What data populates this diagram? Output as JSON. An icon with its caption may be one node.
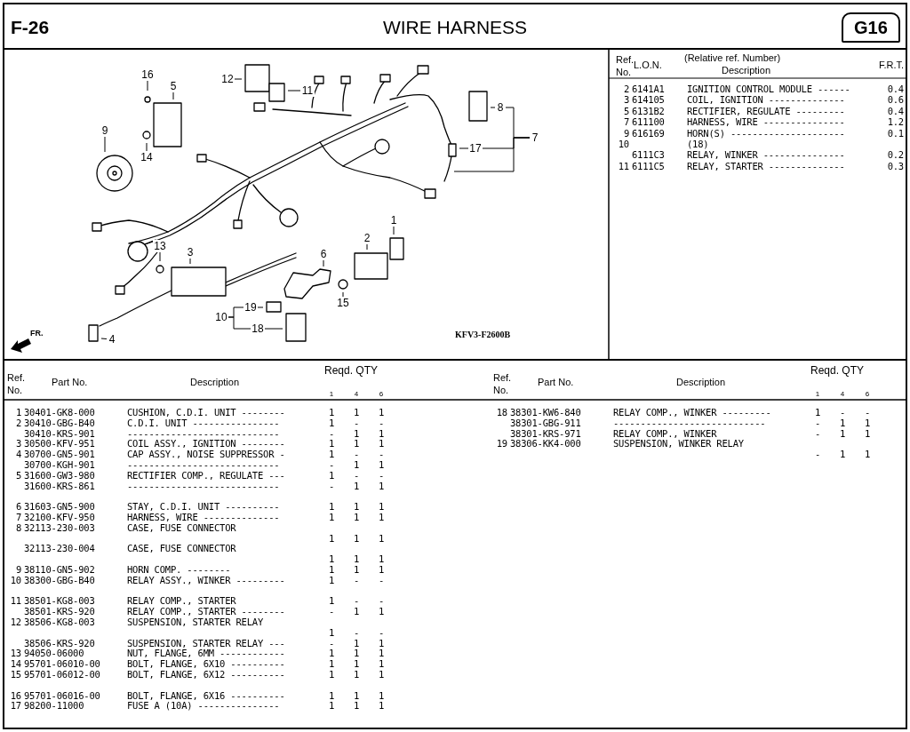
{
  "diagram": {
    "title": "WIRE HARNESS",
    "nodes": [
      {
        "text": [
          "1"
        ]
      },
      {
        "text": [
          "2"
        ]
      },
      {
        "text": [
          "3"
        ]
      },
      {
        "text": [
          "4"
        ]
      },
      {
        "text": [
          "5"
        ]
      },
      {
        "text": [
          "6"
        ]
      },
      {
        "text": [
          "7"
        ]
      },
      {
        "text": [
          "8"
        ]
      },
      {
        "text": [
          "9"
        ]
      },
      {
        "text": [
          "10"
        ]
      },
      {
        "text": [
          "11"
        ]
      },
      {
        "text": [
          "12"
        ]
      },
      {
        "text": [
          "13"
        ]
      },
      {
        "text": [
          "14"
        ]
      },
      {
        "text": [
          "15"
        ]
      },
      {
        "text": [
          "16"
        ]
      },
      {
        "text": [
          "17"
        ]
      },
      {
        "text": [
          "18"
        ]
      },
      {
        "text": [
          "19"
        ]
      }
    ],
    "edges": [
      {
        "from": 0,
        "to": null,
        "arrow": "none"
      },
      {
        "from": 1,
        "to": null,
        "arrow": "none"
      },
      {
        "from": 2,
        "to": null,
        "arrow": "none"
      },
      {
        "from": 3,
        "to": null,
        "arrow": "none"
      },
      {
        "from": 4,
        "to": null,
        "arrow": "none"
      },
      {
        "from": 5,
        "to": null,
        "arrow": "none"
      },
      {
        "from": 6,
        "to": 7,
        "arrow": "none"
      },
      {
        "from": 6,
        "to": 16,
        "arrow": "none"
      },
      {
        "from": 6,
        "to": null,
        "arrow": "none"
      },
      {
        "from": 7,
        "to": null,
        "arrow": "none"
      },
      {
        "from": 8,
        "to": null,
        "arrow": "none"
      },
      {
        "from": 9,
        "to": 18,
        "arrow": "none"
      },
      {
        "from": 9,
        "to": 17,
        "arrow": "none"
      },
      {
        "from": 10,
        "to": null,
        "arrow": "none"
      },
      {
        "from": 11,
        "to": null,
        "arrow": "none"
      },
      {
        "from": 12,
        "to": null,
        "arrow": "none"
      },
      {
        "from": 13,
        "to": null,
        "arrow": "none"
      },
      {
        "from": 14,
        "to": null,
        "arrow": "none"
      },
      {
        "from": 15,
        "to": null,
        "arrow": "none"
      },
      {
        "from": 16,
        "to": null,
        "arrow": "none"
      },
      {
        "from": 17,
        "to": null,
        "arrow": "none"
      },
      {
        "from": 18,
        "to": null,
        "arrow": "none"
      }
    ],
    "labels": [
      "F-26",
      "G16",
      "FR.",
      "KFV3-F2600B",
      "Ref. No.",
      "L.O.N.",
      "(Relative ref. Number)",
      "Description",
      "F.R.T.",
      "2",
      "6141A1",
      "IGNITION CONTROL MODULE ------",
      "0.4",
      "3",
      "614105",
      "COIL, IGNITION --------------",
      "0.6",
      "5",
      "6131B2",
      "RECTIFIER, REGULATE ---------",
      "0.4",
      "7",
      "611100",
      "HARNESS, WIRE ---------------",
      "1.2",
      "9",
      "616169",
      "HORN(S) ---------------------",
      "0.1",
      "10",
      "(18)",
      "6111C3",
      "RELAY, WINKER ---------------",
      "0.2",
      "11",
      "6111C5",
      "RELAY, STARTER --------------",
      "0.3",
      "Ref. No.",
      "Part No.",
      "Description",
      "Reqd. QTY",
      "1",
      "4",
      "6",
      "1",
      "30401-GK8-000",
      "CUSHION, C.D.I. UNIT --------",
      "1",
      "1",
      "1",
      "2",
      "30410-GBG-B40",
      "C.D.I. UNIT ----------------",
      "1",
      "-",
      "-",
      "30410-KRS-901",
      "----------------------------",
      "-",
      "1",
      "1",
      "3",
      "30500-KFV-951",
      "COIL ASSY., IGNITION --------",
      "1",
      "1",
      "1",
      "4",
      "30700-GN5-901",
      "CAP ASSY., NOISE SUPPRESSOR -",
      "1",
      "-",
      "-",
      "30700-KGH-901",
      "----------------------------",
      "-",
      "1",
      "1",
      "5",
      "31600-GW3-980",
      "RECTIFIER COMP., REGULATE ---",
      "1",
      "-",
      "-",
      "31600-KRS-861",
      "----------------------------",
      "-",
      "1",
      "1",
      "6",
      "31603-GN5-900",
      "STAY, C.D.I. UNIT ----------",
      "1",
      "1",
      "1",
      "7",
      "32100-KFV-950",
      "HARNESS, WIRE --------------",
      "1",
      "1",
      "1",
      "8",
      "32113-230-003",
      "CASE, FUSE CONNECTOR",
      "1",
      "1",
      "1",
      "32113-230-004",
      "CASE, FUSE CONNECTOR",
      "1",
      "1",
      "1",
      "9",
      "38110-GN5-902",
      "HORN COMP. --------",
      "1",
      "1",
      "1",
      "10",
      "38300-GBG-B40",
      "RELAY ASSY., WINKER ---------",
      "1",
      "-",
      "-",
      "11",
      "38501-KG8-003",
      "RELAY COMP., STARTER",
      "1",
      "-",
      "-",
      "38501-KRS-920",
      "RELAY COMP., STARTER --------",
      "-",
      "1",
      "1",
      "12",
      "38506-KG8-003",
      "SUSPENSION, STARTER RELAY",
      "1",
      "-",
      "-",
      "38506-KRS-920",
      "SUSPENSION, STARTER RELAY ---",
      "-",
      "1",
      "1",
      "13",
      "94050-06000",
      "NUT, FLANGE, 6MM ------------",
      "1",
      "1",
      "1",
      "14",
      "95701-06010-00",
      "BOLT, FLANGE, 6X10 ----------",
      "1",
      "1",
      "1",
      "15",
      "95701-06012-00",
      "BOLT, FLANGE, 6X12 ----------",
      "1",
      "1",
      "1",
      "16",
      "95701-06016-00",
      "BOLT, FLANGE, 6X16 ----------",
      "1",
      "1",
      "1",
      "17",
      "98200-11000",
      "FUSE A (10A) ---------------",
      "1",
      "1",
      "1",
      "Ref. No.",
      "Part No.",
      "Description",
      "Reqd. QTY",
      "1",
      "4",
      "6",
      "18",
      "38301-KW6-840",
      "RELAY COMP., WINKER ---------",
      "1",
      "-",
      "-",
      "38301-GBG-911",
      "----------------------------",
      "-",
      "1",
      "1",
      "38301-KRS-971",
      "RELAY COMP., WINKER",
      "-",
      "1",
      "1",
      "19",
      "38306-KK4-000",
      "SUSPENSION, WINKER RELAY",
      "-",
      "1",
      "1"
    ]
  }
}
